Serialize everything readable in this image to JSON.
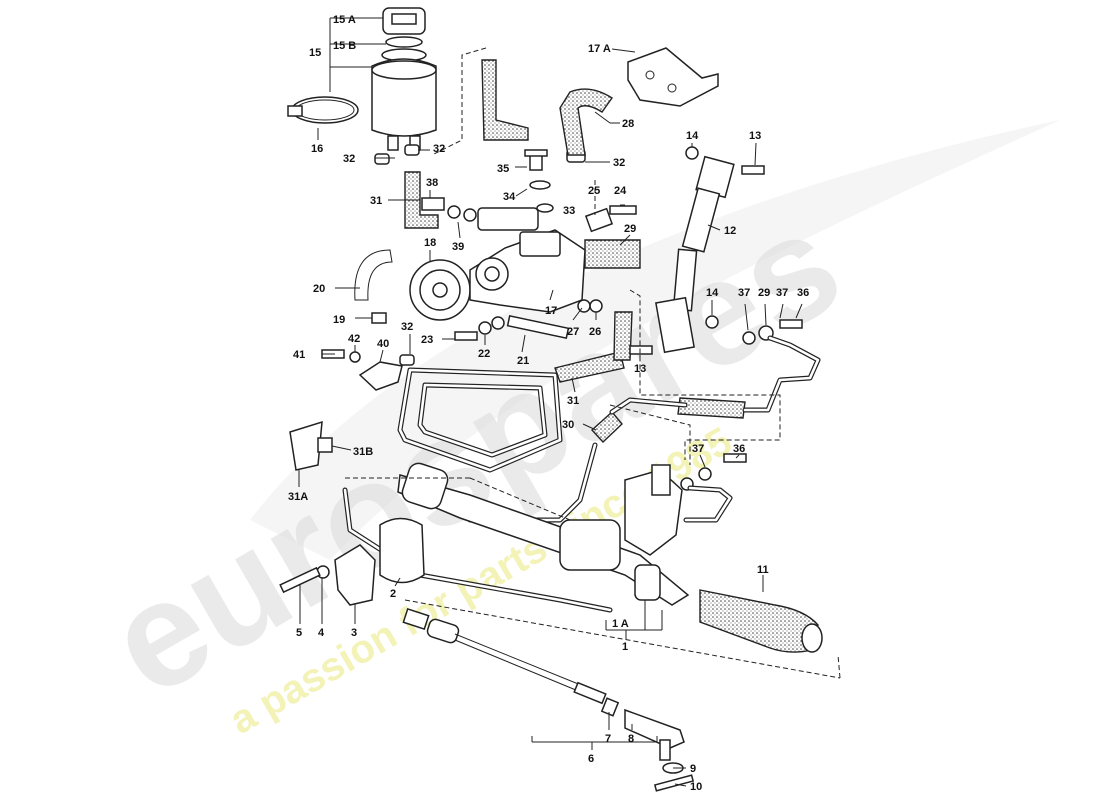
{
  "watermark": {
    "brand": "eurospares",
    "tagline": "a passion for parts since 1985",
    "brand_color": "#d9d9d9",
    "tagline_color": "#f1f0a6"
  },
  "callouts": {
    "c15A": "15 A",
    "c15B": "15 B",
    "c15": "15",
    "c16": "16",
    "c32a": "32",
    "c32b": "32",
    "c32c": "32",
    "c32d": "32",
    "c17A": "17 A",
    "c28": "28",
    "c14a": "14",
    "c13a": "13",
    "c35": "35",
    "c34": "34",
    "c33": "33",
    "c25": "25",
    "c24": "24",
    "c31a": "31",
    "c38": "38",
    "c39": "39",
    "c18": "18",
    "c29a": "29",
    "c12": "12",
    "c17": "17",
    "c20": "20",
    "c19": "19",
    "c27": "27",
    "c26": "26",
    "c14b": "14",
    "c37a": "37",
    "c29b": "29",
    "c37b": "37",
    "c36a": "36",
    "c42": "42",
    "c41": "41",
    "c40": "40",
    "c23": "23",
    "c22": "22",
    "c21": "21",
    "c13b": "13",
    "c31b": "31",
    "c30": "30",
    "c37c": "37",
    "c36b": "36",
    "c31B": "31B",
    "c31A": "31A",
    "c5": "5",
    "c4": "4",
    "c3": "3",
    "c2": "2",
    "c1A": "1 A",
    "c1": "1",
    "c11": "11",
    "c7": "7",
    "c8": "8",
    "c6": "6",
    "c9": "9",
    "c10": "10"
  }
}
